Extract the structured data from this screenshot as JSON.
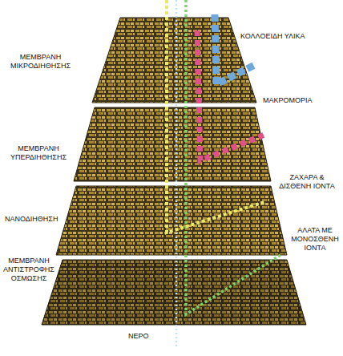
{
  "diagram": {
    "labels": [
      "ΜΕΜΒΡΑΝΗ ΜΙΚΡΟΔΙΗΘΗΣΗΣ",
      "ΜΕΜΒΡΑΝΗ ΥΠΕΡΔΙΗΘΗΣΗΣ",
      "ΝΑΝΟΔΙΗΘΗΣΗ",
      "ΜΕΜΒΡΑΝΗ ΑΝΤΙΣΤΡΟΦΗΣ ΟΣΜΩΣΗΣ",
      "ΝΕΡΟ",
      "ΚΟΛΛΟΕΙΔΗ ΥΛΙΚΑ",
      "ΜΑΚΡΟΜΟΡΙΑ",
      "ΖΑΧΑΡΑ & ΔΙΣΘΕΝΗ ΙΟΝΤΑ",
      "ΑΛΑΤΑ ΜΕ ΜΟΝΟΣΘΕΝΗ ΙΟΝΤΑ"
    ]
  }
}
